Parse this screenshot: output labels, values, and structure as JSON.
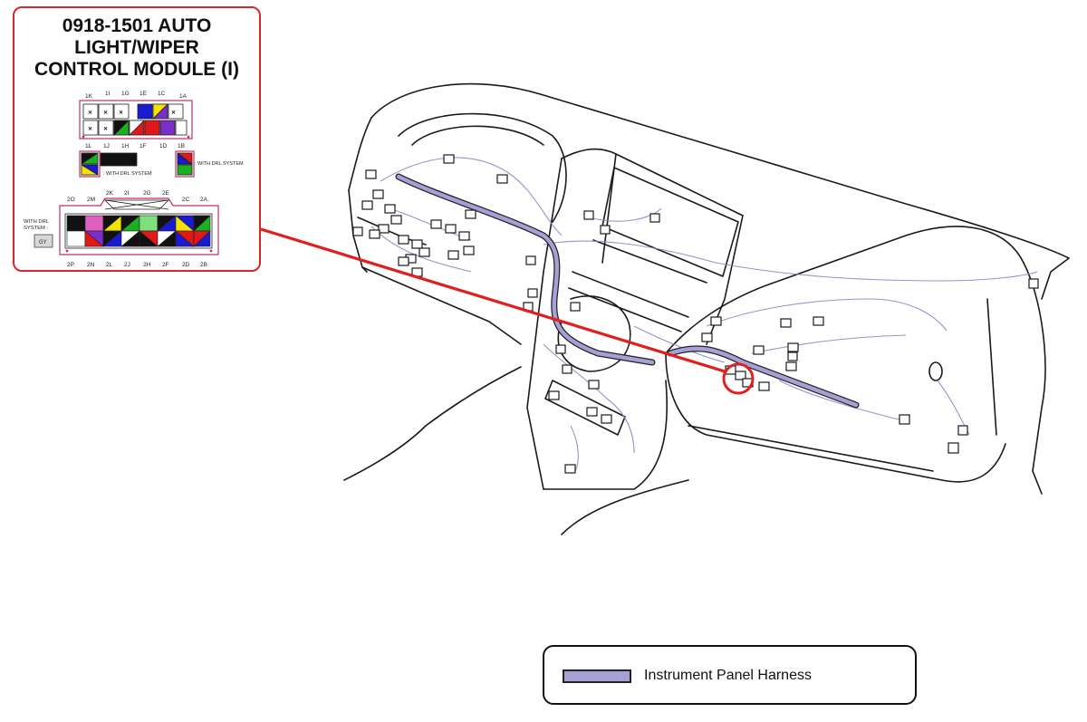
{
  "connector": {
    "title_lines": [
      "0918-1501 AUTO",
      "LIGHT/WIPER",
      "CONTROL MODULE (I)"
    ],
    "connector1": {
      "top_pins": [
        "1K",
        "1I",
        "1G",
        "1E",
        "1C",
        "1A"
      ],
      "bottom_pins": [
        "1L",
        "1J",
        "1H",
        "1F",
        "1D",
        "1B"
      ],
      "drl_note_small": ": WITH DRL SYSTEM",
      "drl_note_right": ": WITH DRL SYSTEM"
    },
    "connector2": {
      "top_pins": [
        "2O",
        "2M",
        "2K",
        "2I",
        "2G",
        "2E",
        "2C",
        "2A"
      ],
      "bottom_pins": [
        "2P",
        "2N",
        "2L",
        "2J",
        "2H",
        "2F",
        "2D",
        "2B"
      ],
      "drl_label_line1": "WITH DRL",
      "drl_label_line2": "SYSTEM :",
      "drl_wire": "GY"
    }
  },
  "legend": {
    "label": "Instrument Panel Harness",
    "swatch_color": "#a5a0d6"
  },
  "colors": {
    "callout": "#e0201f",
    "harness": "#a5a0d6",
    "line_art": "#1a1a1a"
  }
}
